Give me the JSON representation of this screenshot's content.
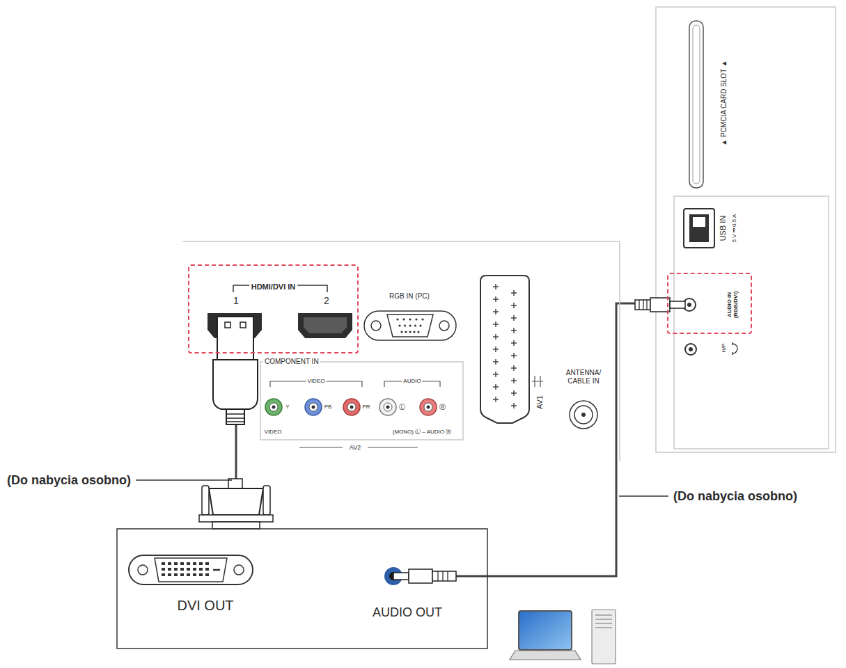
{
  "diagram": {
    "nodes": [
      {
        "text": [
          "HDMI/DVI IN"
        ]
      },
      {
        "text": [
          "1"
        ],
        "in": 0
      },
      {
        "text": [
          "2"
        ],
        "in": 0
      },
      {
        "text": [
          "AUDIO IN (RGB/DVI)"
        ]
      },
      {
        "text": [
          "DVI OUT"
        ]
      },
      {
        "text": [
          "AUDIO OUT"
        ]
      }
    ],
    "edges": [
      {
        "from": 1,
        "to": 4,
        "arrow": "none"
      },
      {
        "from": 5,
        "to": 3,
        "arrow": "none"
      }
    ],
    "labels": [
      "RGB IN (PC)",
      "COMPONENT IN",
      "VIDEO",
      "AUDIO",
      "Y",
      "PB",
      "PR",
      "Ⓛ",
      "Ⓡ",
      "VIDEO",
      "AV2",
      "(MONO) Ⓛ – AUDIO Ⓡ",
      "AV1",
      "ANTENNA/ CABLE IN",
      "▲ PCMCIA CARD SLOT ▲",
      "USB IN",
      "5 V ⎓ 0.5 A",
      "H/P",
      "(Do nabycia osobno)",
      "(Do nabycia osobno)"
    ]
  }
}
